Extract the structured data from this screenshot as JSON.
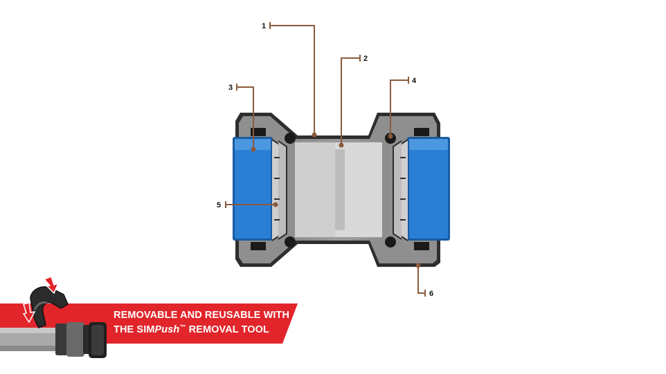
{
  "callouts": [
    {
      "id": "1",
      "label": "1"
    },
    {
      "id": "2",
      "label": "2"
    },
    {
      "id": "3",
      "label": "3"
    },
    {
      "id": "4",
      "label": "4"
    },
    {
      "id": "5",
      "label": "5"
    },
    {
      "id": "6",
      "label": "6"
    }
  ],
  "banner": {
    "line1": "REMOVABLE AND REUSABLE WITH",
    "line2_prefix": "THE SIM",
    "line2_italic": "Push",
    "line2_tm": "™",
    "line2_suffix": " REMOVAL TOOL"
  },
  "colors": {
    "leader": "#8b5a3c",
    "body_dark": "#3a3a3a",
    "body_gray": "#8a8a8a",
    "pipe_blue": "#1f6fbf",
    "banner_red": "#e1252b"
  },
  "icons": [
    "removal-tool-icon",
    "arrow-down-icon"
  ]
}
